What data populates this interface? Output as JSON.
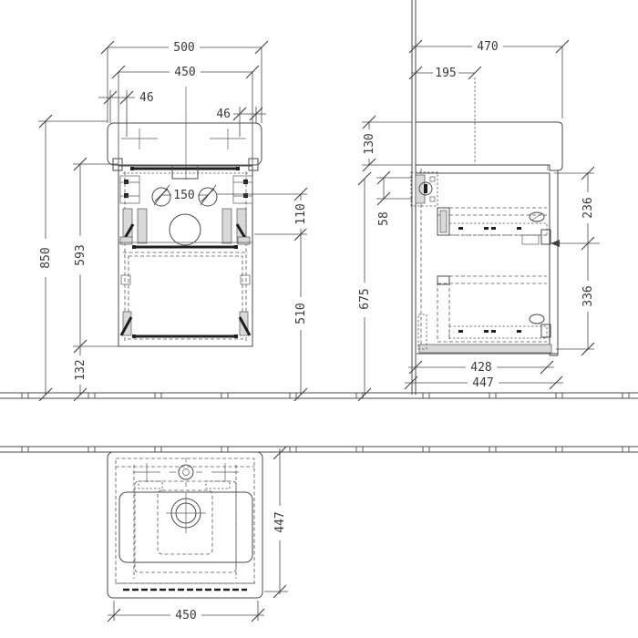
{
  "drawing": {
    "kind": "furniture-technical-drawing",
    "line_color": "#4a4a4a",
    "thick_line_color": "#1f1f1f",
    "background": "#ffffff",
    "front_view": {
      "dims": {
        "basin_width": "500",
        "cabinet_width": "450",
        "left_offset": "46",
        "right_offset": "46",
        "tap_hole_spacing": "150",
        "total_height": "850",
        "cabinet_height": "593",
        "bottom_clearance": "132",
        "upper_zone_height": "110",
        "lower_zone_height": "510"
      }
    },
    "side_view": {
      "dims": {
        "total_depth": "470",
        "tap_hole_depth": "195",
        "basin_height": "130",
        "bracket_height": "58",
        "mount_height": "675",
        "upper_drawer_height": "236",
        "lower_drawer_height": "336",
        "cabinet_depth": "428",
        "overall_depth": "447"
      }
    },
    "plan_view": {
      "dims": {
        "cabinet_width": "450",
        "cabinet_depth": "447"
      }
    }
  }
}
